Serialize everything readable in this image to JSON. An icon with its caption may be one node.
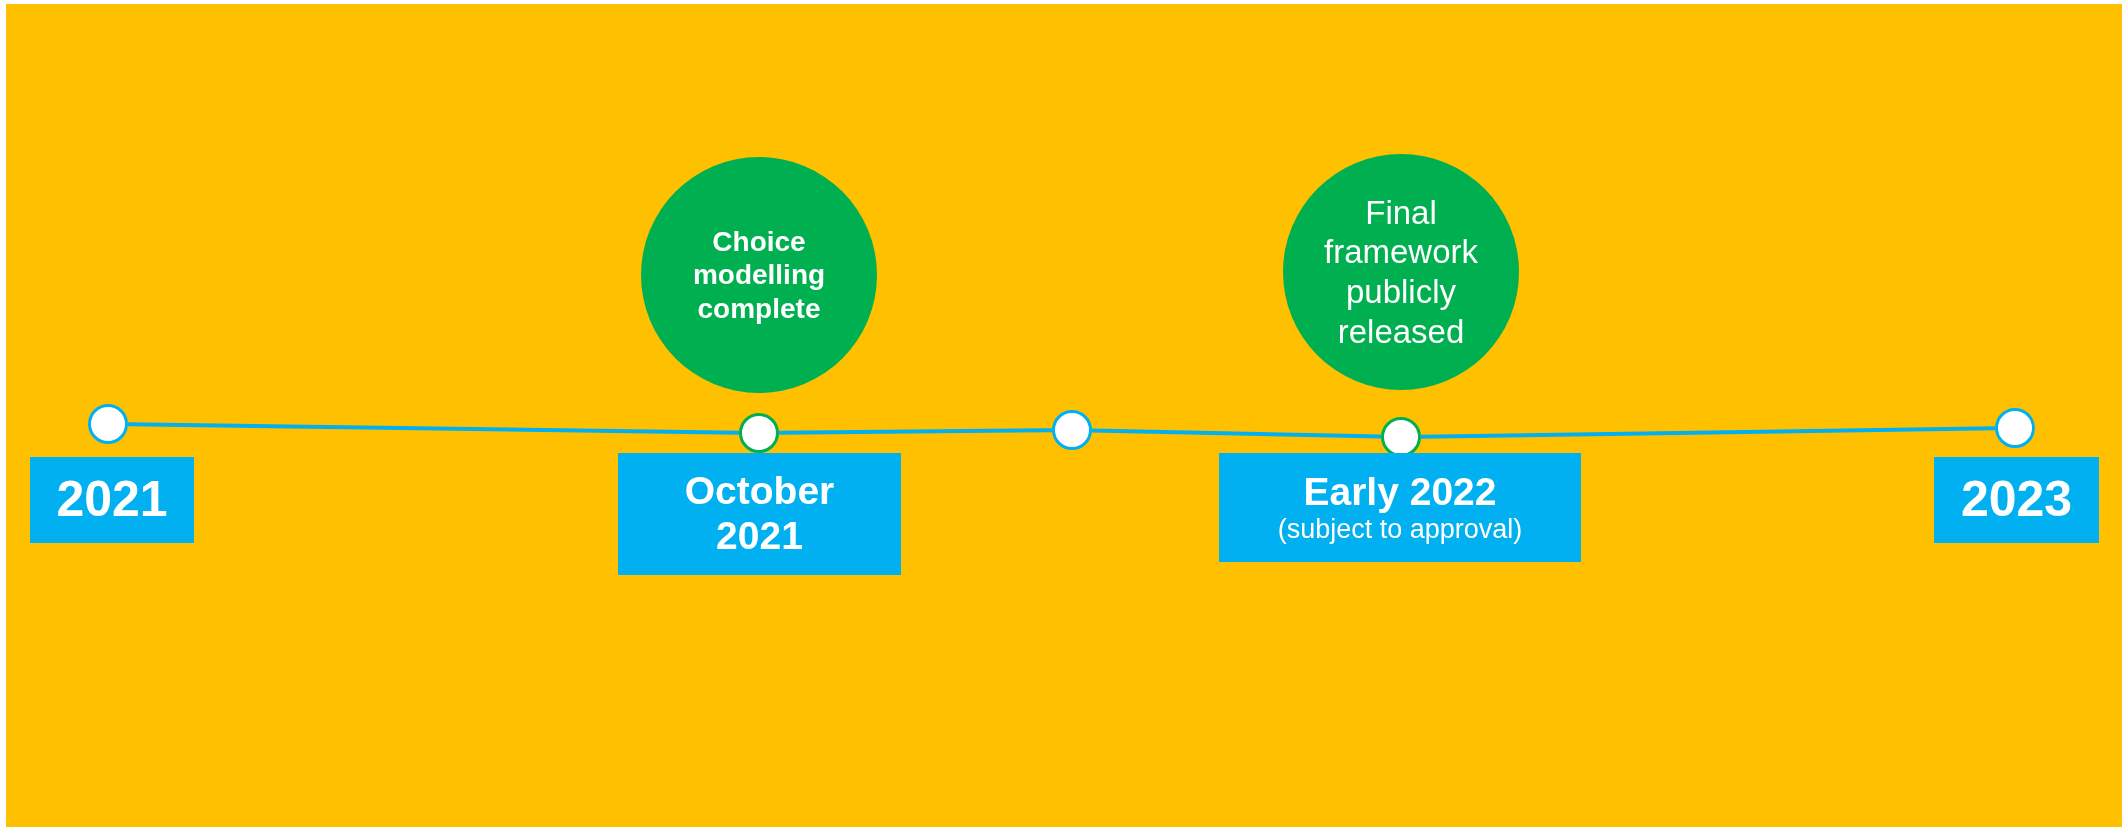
{
  "diagram": {
    "nodes": [
      {
        "text": [
          "Choice modelling complete"
        ]
      },
      {
        "text": [
          "Final framework publicly released"
        ]
      },
      {
        "text": [],
        "shape": "circle"
      },
      {
        "text": [],
        "shape": "circle"
      },
      {
        "text": [],
        "shape": "circle"
      },
      {
        "text": [],
        "shape": "circle"
      },
      {
        "text": [],
        "shape": "circle"
      },
      {
        "text": [
          "2021"
        ]
      },
      {
        "text": [
          "October 2021"
        ]
      },
      {
        "text": [
          "Early 2022",
          "(subject to approval)"
        ]
      },
      {
        "text": [
          "2023"
        ]
      }
    ],
    "edges": [
      {
        "from": 2,
        "to": 3,
        "arrow": "none"
      },
      {
        "from": 3,
        "to": 4,
        "arrow": "none"
      },
      {
        "from": 4,
        "to": 5,
        "arrow": "none"
      },
      {
        "from": 5,
        "to": 6,
        "arrow": "none"
      }
    ]
  }
}
